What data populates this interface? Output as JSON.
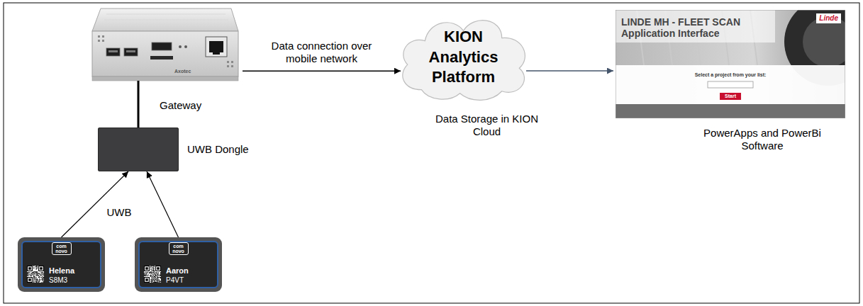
{
  "diagram": {
    "nodes": [
      {
        "text": [
          "Gateway"
        ]
      },
      {
        "text": [
          "UWB Dongle"
        ]
      },
      {
        "text": [
          "com novo",
          "Helena",
          "S8M3"
        ]
      },
      {
        "text": [
          "com novo",
          "Aaron",
          "P4VT"
        ]
      },
      {
        "text": [
          "KION Analytics Platform",
          "Data Storage in KION Cloud"
        ]
      },
      {
        "text": [
          "LINDE MH - FLEET SCAN Application Interface",
          "Linde",
          "Select a project from your list:",
          "Start",
          "PowerApps and PowerBi Software"
        ]
      }
    ],
    "edges": [
      {
        "from": 0,
        "to": 1,
        "arrow": "none"
      },
      {
        "from": 2,
        "to": 1,
        "arrow": "to"
      },
      {
        "from": 3,
        "to": 1,
        "arrow": "to"
      },
      {
        "from": 0,
        "to": 4,
        "label": "Data connection over mobile network",
        "arrow": "to"
      },
      {
        "from": 4,
        "to": 5,
        "arrow": "to"
      }
    ],
    "labels": [
      "UWB",
      "Axotec"
    ]
  }
}
